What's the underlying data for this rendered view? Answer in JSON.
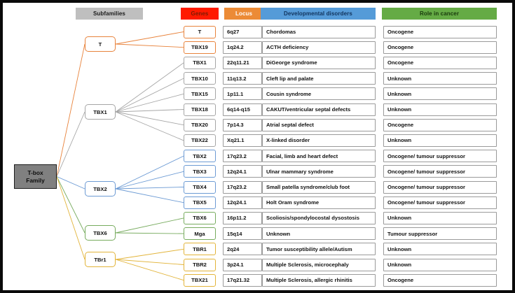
{
  "figure": {
    "root_label_line1": "T-box",
    "root_label_line2": "Family"
  },
  "headers": {
    "subfamilies": "Subfamilies",
    "genes": "Genes",
    "locus": "Locus",
    "developmental": "Developmental disorders",
    "role": "Role in cancer"
  },
  "colors": {
    "subfamilies_header": "#bfbfbf",
    "genes_header": "#ff1a00",
    "locus_header": "#ec8b36",
    "developmental_header": "#559bd8",
    "role_header": "#65ab45",
    "root_box": "#808080",
    "group_t": "#e8833c",
    "group_tbx1": "#a6a6a6",
    "group_tbx2": "#6d9bd4",
    "group_tbx6": "#77ab5e",
    "group_tbr1": "#e2b43a"
  },
  "subfamilies": [
    {
      "label": "T",
      "color_key": "group_t"
    },
    {
      "label": "TBX1",
      "color_key": "group_tbx1"
    },
    {
      "label": "TBX2",
      "color_key": "group_tbx2"
    },
    {
      "label": "TBX6",
      "color_key": "group_tbx6"
    },
    {
      "label": "TBr1",
      "color_key": "group_tbr1"
    }
  ],
  "columns": [
    "Genes",
    "Locus",
    "Developmental disorders",
    "Role in cancer"
  ],
  "rows": [
    {
      "gene": "T",
      "locus": "6q27",
      "disorder": "Chordomas",
      "role": "Oncogene",
      "group": "T"
    },
    {
      "gene": "TBX19",
      "locus": "1q24.2",
      "disorder": "ACTH deficiency",
      "role": "Oncogene",
      "group": "T"
    },
    {
      "gene": "TBX1",
      "locus": "22q11.21",
      "disorder": "DiGeorge syndrome",
      "role": "Oncogene",
      "group": "TBX1"
    },
    {
      "gene": "TBX10",
      "locus": "11q13.2",
      "disorder": "Cleft lip and palate",
      "role": "Unknown",
      "group": "TBX1"
    },
    {
      "gene": "TBX15",
      "locus": "1p11.1",
      "disorder": "Cousin syndrome",
      "role": "Unknown",
      "group": "TBX1"
    },
    {
      "gene": "TBX18",
      "locus": "6q14-q15",
      "disorder": "CAKUT/ventricular septal defects",
      "role": "Unknown",
      "group": "TBX1"
    },
    {
      "gene": "TBX20",
      "locus": "7p14.3",
      "disorder": "Atrial septal defect",
      "role": "Oncogene",
      "group": "TBX1"
    },
    {
      "gene": "TBX22",
      "locus": "Xq21.1",
      "disorder": "X-linked disorder",
      "role": "Unknown",
      "group": "TBX1"
    },
    {
      "gene": "TBX2",
      "locus": "17q23.2",
      "disorder": "Facial, limb and heart defect",
      "role": "Oncogene/ tumour suppressor",
      "group": "TBX2"
    },
    {
      "gene": "TBX3",
      "locus": "12q24.1",
      "disorder": "Ulnar mammary syndrome",
      "role": "Oncogene/ tumour suppressor",
      "group": "TBX2"
    },
    {
      "gene": "TBX4",
      "locus": "17q23.2",
      "disorder": "Small patella syndrome/club foot",
      "role": "Oncogene/ tumour suppressor",
      "group": "TBX2"
    },
    {
      "gene": "TBX5",
      "locus": "12q24.1",
      "disorder": "Holt Oram syndrome",
      "role": "Oncogene/ tumour suppressor",
      "group": "TBX2"
    },
    {
      "gene": "TBX6",
      "locus": "16p11.2",
      "disorder": "Scoliosis/spondylocostal dysostosis",
      "role": "Unknown",
      "group": "TBX6"
    },
    {
      "gene": "Mga",
      "locus": "15q14",
      "disorder": "Unknown",
      "role": "Tumour suppressor",
      "group": "TBX6"
    },
    {
      "gene": "TBR1",
      "locus": "2q24",
      "disorder": "Tumor susceptibility allele/Autism",
      "role": "Unknown",
      "group": "TBr1"
    },
    {
      "gene": "TBR2",
      "locus": "3p24.1",
      "disorder": "Multiple Sclerosis, microcephaly",
      "role": "Unknown",
      "group": "TBr1"
    },
    {
      "gene": "TBX21",
      "locus": "17q21.32",
      "disorder": "Multiple Sclerosis, allergic rhinitis",
      "role": "Oncogene",
      "group": "TBr1"
    }
  ]
}
